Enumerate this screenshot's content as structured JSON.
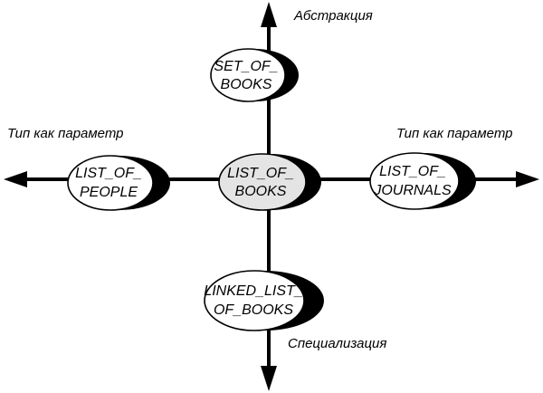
{
  "annotations": {
    "top": "Абстракция",
    "left": "Тип как параметр",
    "right": "Тип как параметр",
    "bottom": "Специализация"
  },
  "nodes": {
    "center": {
      "line1": "LIST_OF_",
      "line2": "BOOKS"
    },
    "top": {
      "line1": "SET_OF_",
      "line2": "BOOKS"
    },
    "left": {
      "line1": "LIST_OF_",
      "line2": "PEOPLE"
    },
    "right": {
      "line1": "LIST_OF_",
      "line2": "JOURNALS"
    },
    "bottom": {
      "line1": "LINKED_LIST_",
      "line2": "OF_BOOKS"
    }
  },
  "colors": {
    "center_fill": "#e4e4e4",
    "node_fill": "#ffffff",
    "stroke": "#000000"
  }
}
